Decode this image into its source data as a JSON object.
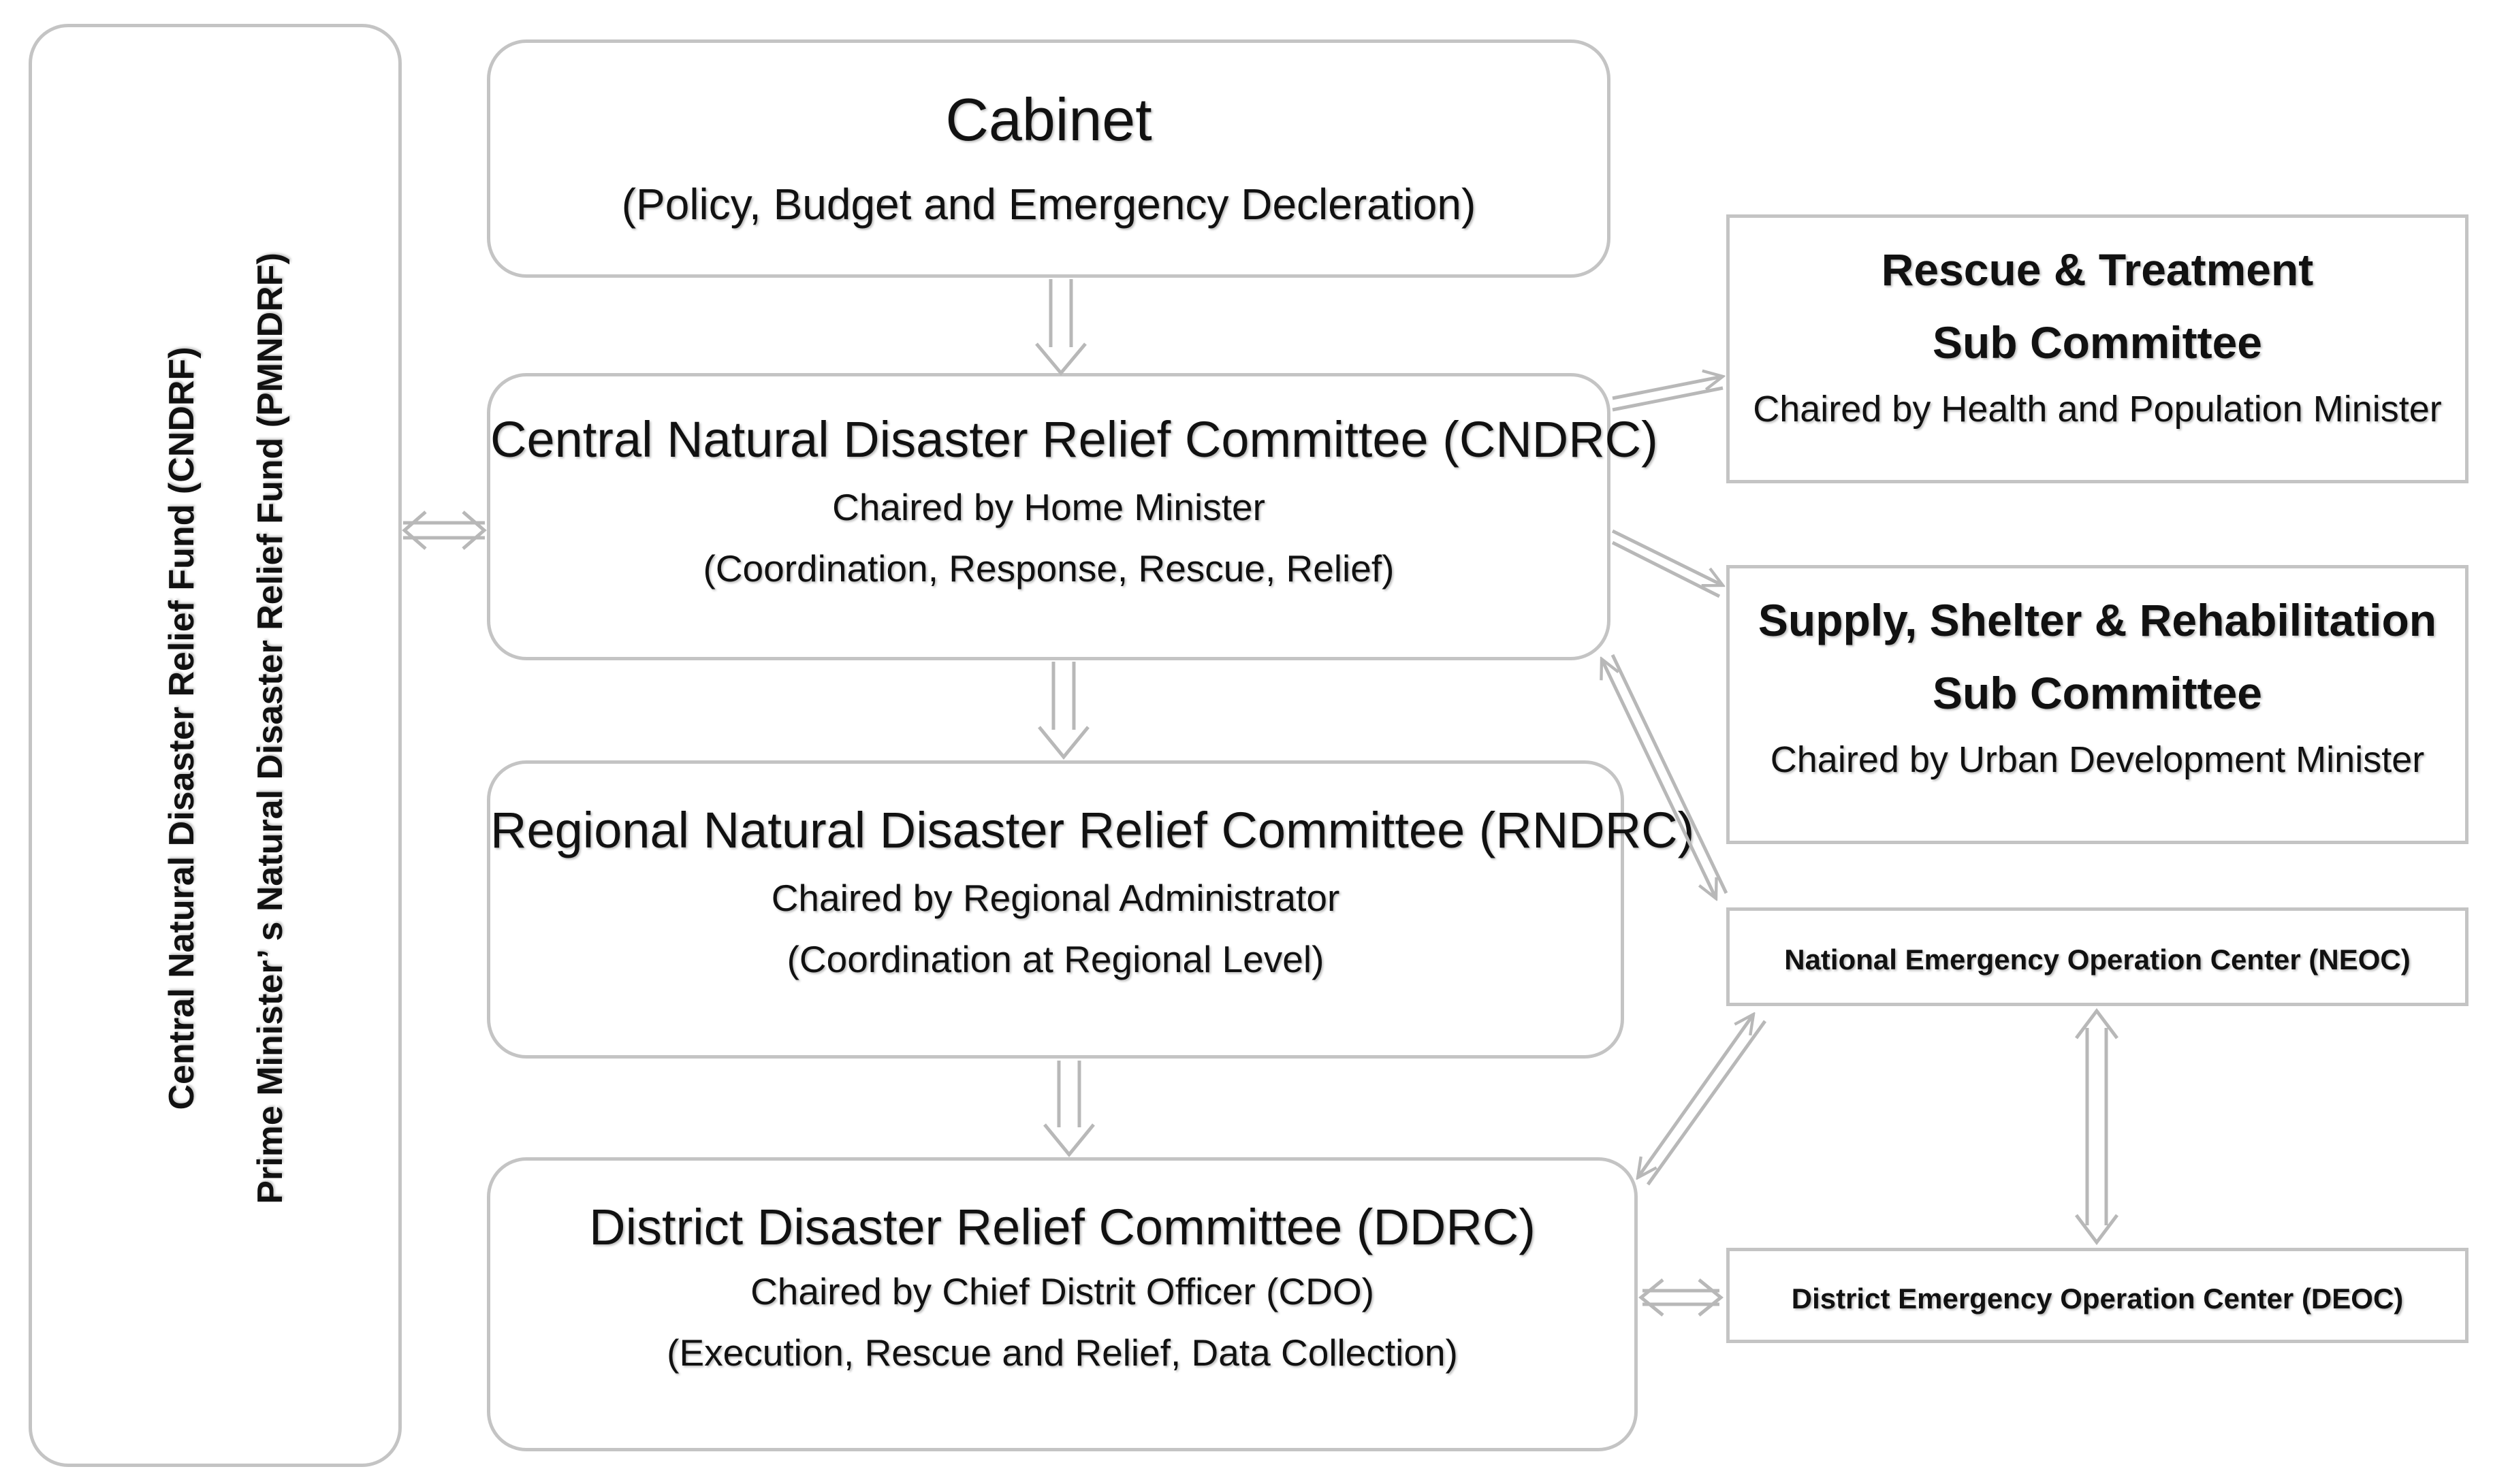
{
  "fund_panel": {
    "line1": "Central Natural Disaster Relief Fund (CNDRF)",
    "line2": "Prime Minister’  s Natural Disaster Relief Fund (PMNDRF)"
  },
  "cabinet": {
    "title": "Cabinet",
    "subtitle": "(Policy, Budget and Emergency Decleration)"
  },
  "cndrc": {
    "title": "Central Natural Disaster Relief Committee (CNDRC)",
    "chair": "Chaired by Home Minister",
    "role": "(Coordination, Response, Rescue, Relief)"
  },
  "rndrc": {
    "title": "Regional Natural Disaster Relief Committee (RNDRC)",
    "chair": "Chaired by Regional Administrator",
    "role": "(Coordination at Regional Level)"
  },
  "ddrc": {
    "title": "District Disaster Relief Committee (DDRC)",
    "chair": "Chaired by Chief Distrit Officer (CDO)",
    "role": "(Execution, Rescue and Relief, Data Collection)"
  },
  "rescue": {
    "title1": "Rescue & Treatment",
    "title2": "Sub Committee",
    "chair": "Chaired by Health and Population Minister"
  },
  "supply": {
    "title1": "Supply, Shelter & Rehabilitation",
    "title2": "Sub Committee",
    "chair": "Chaired by Urban Development Minister"
  },
  "neoc": {
    "label": "National Emergency Operation Center (NEOC)"
  },
  "deoc": {
    "label": "District Emergency Operation Center (DEOC)"
  },
  "colors": {
    "border": "#c4c4c4",
    "arrow": "#b8b8b8",
    "text": "#111111"
  }
}
